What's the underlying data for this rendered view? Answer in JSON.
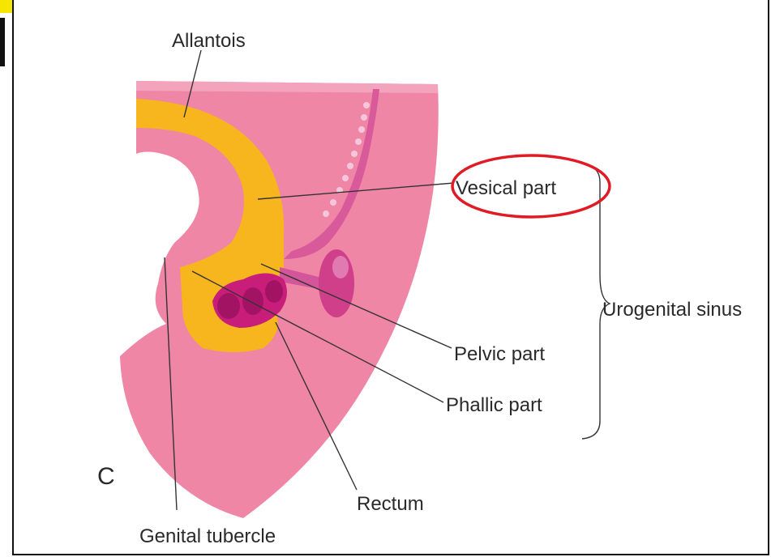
{
  "colors": {
    "embryo_pink": "#ef86a6",
    "allantois_yellow": "#f7b51e",
    "rectum_magenta": "#c81e7a",
    "highlight_red": "#e01b24",
    "corner_tab": "#f5e600"
  },
  "labels": {
    "allantois": "Allantois",
    "vesical_part": "Vesical part",
    "urogenital_sinus": "Urogenital sinus",
    "pelvic_part": "Pelvic part",
    "phallic_part": "Phallic part",
    "rectum": "Rectum",
    "genital_tubercle": "Genital tubercle",
    "panel_letter": "C"
  }
}
